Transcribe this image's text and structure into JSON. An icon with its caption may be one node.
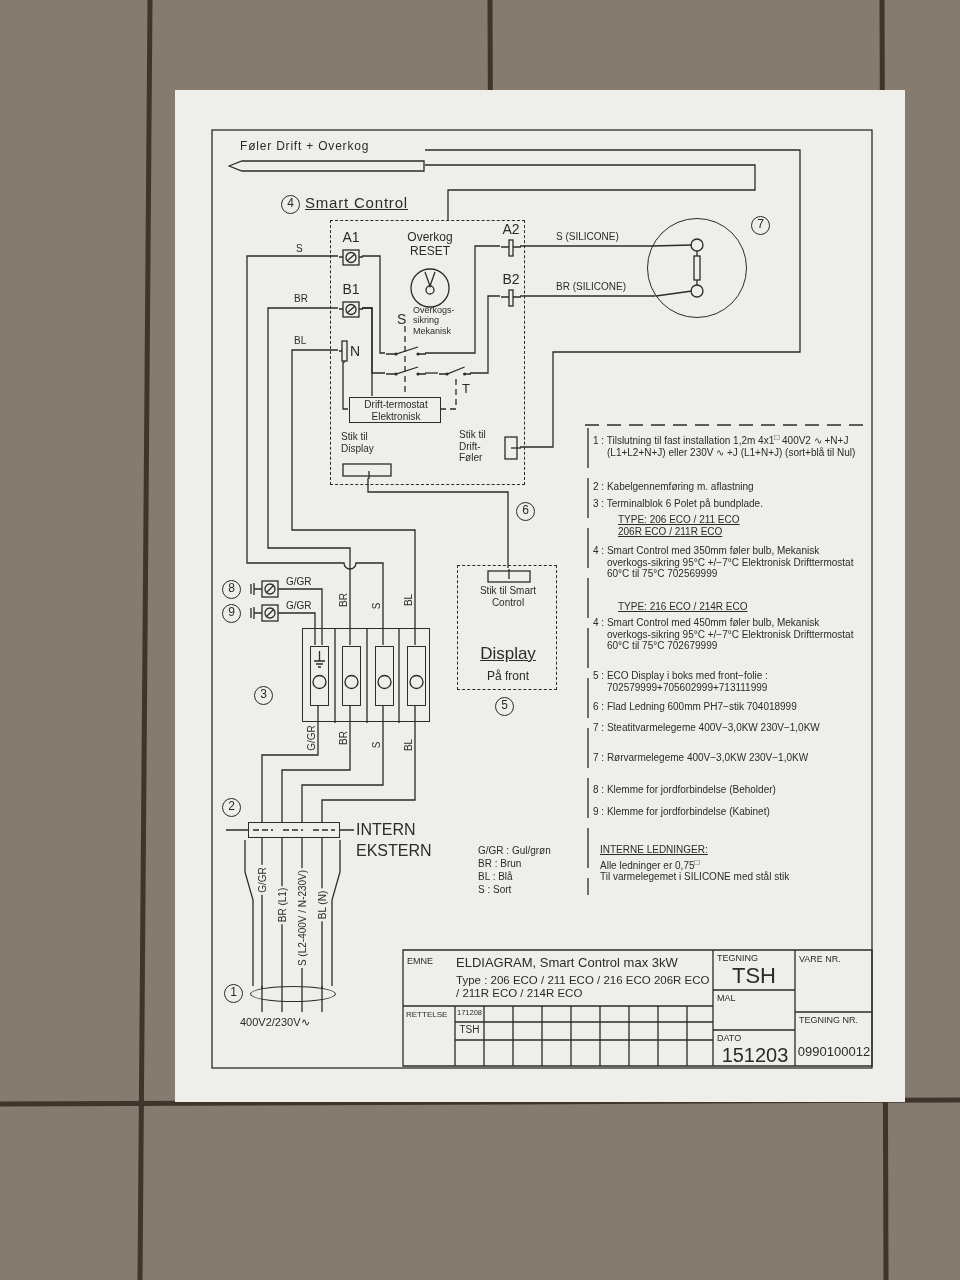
{
  "diagram": {
    "nodes": [
      {
        "text": [
          "Smart Control"
        ]
      },
      {
        "text": [
          "A1"
        ],
        "in": 0
      },
      {
        "text": [
          "B1"
        ],
        "in": 0
      },
      {
        "text": [
          "N"
        ],
        "in": 0
      },
      {
        "text": [
          "A2"
        ],
        "in": 0
      },
      {
        "text": [
          "B2"
        ],
        "in": 0
      },
      {
        "text": [
          "Overkog RESET"
        ],
        "in": 0
      },
      {
        "text": [],
        "shape": "switch",
        "in": 0
      },
      {
        "text": [],
        "shape": "switch",
        "in": 0
      },
      {
        "text": [],
        "shape": "switch",
        "in": 0
      },
      {
        "text": [
          "Drift-termostat Elektronisk"
        ],
        "in": 0
      },
      {
        "text": [
          "Stik til Display"
        ],
        "in": 0
      },
      {
        "text": [
          "Stik til Drift-Føler"
        ],
        "in": 0
      },
      {
        "text": [
          "Føler Drift + Overkog"
        ]
      },
      {
        "text": [],
        "shape": "circle"
      },
      {
        "text": [
          "Display",
          "På front"
        ]
      },
      {
        "text": [
          "Stik til Smart Control"
        ],
        "in": 15
      },
      {
        "text": [],
        "shape": "box"
      },
      {
        "text": [],
        "shape": "box",
        "in": 17
      },
      {
        "text": [],
        "shape": "box",
        "in": 17
      },
      {
        "text": [],
        "shape": "box",
        "in": 17
      },
      {
        "text": [],
        "shape": "box",
        "in": 17
      },
      {
        "text": [],
        "shape": "terminal"
      },
      {
        "text": [],
        "shape": "terminal"
      },
      {
        "text": [],
        "shape": "bar"
      },
      {
        "text": [],
        "shape": "circle",
        "beside": [
          "400V2/230V∿"
        ]
      },
      {
        "text": [
          "4"
        ]
      },
      {
        "text": [
          "7"
        ]
      },
      {
        "text": [
          "6"
        ]
      },
      {
        "text": [
          "5"
        ]
      },
      {
        "text": [
          "8"
        ]
      },
      {
        "text": [
          "9"
        ]
      },
      {
        "text": [
          "3"
        ]
      },
      {
        "text": [
          "2"
        ]
      },
      {
        "text": [
          "1"
        ]
      }
    ],
    "edges": [
      {
        "from": 13,
        "to": 0,
        "arrow": "none"
      },
      {
        "from": 13,
        "to": 12,
        "arrow": "none"
      },
      {
        "from": 1,
        "to": 7,
        "arrow": "none"
      },
      {
        "from": 7,
        "to": 4,
        "arrow": "none"
      },
      {
        "from": 2,
        "to": 8,
        "arrow": "none"
      },
      {
        "from": 8,
        "to": 9,
        "arrow": "none"
      },
      {
        "from": 9,
        "to": 5,
        "arrow": "none"
      },
      {
        "from": 3,
        "to": 10,
        "arrow": "none"
      },
      {
        "from": 2,
        "to": 10,
        "arrow": "none"
      },
      {
        "from": 4,
        "to": 14,
        "arrow": "none",
        "label": "S (SILICONE)"
      },
      {
        "from": 5,
        "to": 14,
        "arrow": "none",
        "label": "BR (SILICONE)"
      },
      {
        "from": 11,
        "to": 16,
        "arrow": "none"
      },
      {
        "from": 20,
        "to": 1,
        "arrow": "none",
        "label": "S"
      },
      {
        "from": 19,
        "to": 2,
        "arrow": "none",
        "label": "BR"
      },
      {
        "from": 21,
        "to": 3,
        "arrow": "none",
        "label": "BL"
      },
      {
        "from": 22,
        "to": 18,
        "arrow": "none",
        "label": "G/GR"
      },
      {
        "from": 23,
        "to": 18,
        "arrow": "none",
        "label": "G/GR"
      },
      {
        "from": 18,
        "to": 24,
        "arrow": "none",
        "label": "G/GR"
      },
      {
        "from": 19,
        "to": 24,
        "arrow": "none",
        "label": "BR"
      },
      {
        "from": 20,
        "to": 24,
        "arrow": "none",
        "label": "S"
      },
      {
        "from": 21,
        "to": 24,
        "arrow": "none",
        "label": "BL"
      },
      {
        "from": 24,
        "to": 25,
        "arrow": "none",
        "label": "G/GR"
      },
      {
        "from": 24,
        "to": 25,
        "arrow": "none",
        "label": "BR (L1)"
      },
      {
        "from": 24,
        "to": 25,
        "arrow": "none",
        "label": "S (L2-400V / N-230V)"
      },
      {
        "from": 24,
        "to": 25,
        "arrow": "none",
        "label": "BL (N)"
      },
      {
        "from": 10,
        "to": 9,
        "arrow": "none",
        "style": "dashed"
      }
    ],
    "labels": [
      "S",
      "BR",
      "BL",
      "S",
      "Overkogs-sikring Mekanisk",
      "T",
      "1 : Tilslutning til fast installation 1,2m 4x1$^{□}$ 400V2 ∿ +N+J (L1+L2+N+J) eller 230V ∿ +J (L1+N+J) (sort+blå til Nul)",
      "2 : Kabelgennemføring m. aflastning",
      "3 : Terminalblok 6 Polet på bundplade.",
      "TYPE: 206 ECO / 211 ECO 206R ECO / 211R ECO",
      "4 : Smart Control med 350mm føler bulb, Mekanisk overkogs-sikring 95°C +/−7°C Elektronisk Drifttermostat 60°C til 75°C 702569999",
      "TYPE: 216 ECO / 214R ECO",
      "4 : Smart Control med 450mm føler bulb, Mekanisk overkogs-sikring 95°C +/−7°C Elektronisk Drifttermostat 60°C til 75°C 702679999",
      "5 : ECO Display i boks med front−folie : 702579999+705602999+713111999",
      "6 : Flad Ledning 600mm PH7−stik 704018999",
      "7 : Steatitvarmelegeme 400V−3,0KW 230V−1,0KW",
      "7 : Rørvarmelegeme 400V−3,0KW 230V−1,0KW",
      "8 : Klemme for jordforbindelse (Beholder)",
      "9 : Klemme for jordforbindelse (Kabinet)",
      "INTERN",
      "EKSTERN",
      "G/GR : Gul/grøn",
      "BR : Brun",
      "BL : Blå",
      "S : Sort",
      "INTERNE LEDNINGER:",
      "Alle ledninger er 0,75$^{□}$",
      "Til varmelegemet i SILICONE med stål stik",
      "EMNE",
      "ELDIAGRAM, Smart Control max 3kW",
      "Type : 206 ECO / 211 ECO / 216 ECO 206R ECO / 211R ECO / 214R ECO",
      "TEGNING",
      "TSH",
      "VARE NR.",
      "MAL",
      "RETTELSE",
      "171208",
      "TSH",
      "DATO",
      "151203",
      "TEGNING NR.",
      "0990100012"
    ]
  }
}
